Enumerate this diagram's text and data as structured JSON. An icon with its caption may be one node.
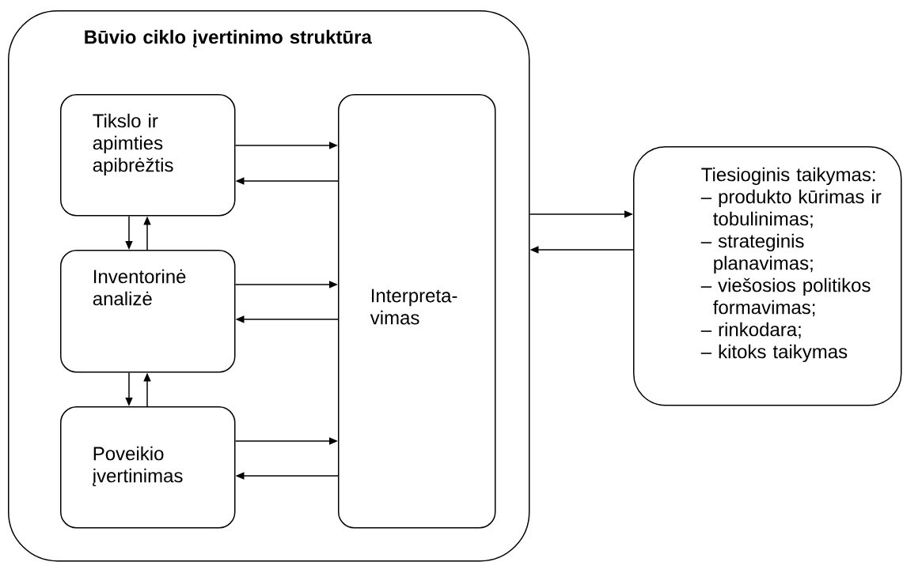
{
  "diagram": {
    "nodes": [
      {
        "text": [
          "Būvio ciklo įvertinimo struktūra"
        ]
      },
      {
        "text": [
          "Tikslo ir apimties apibrėžtis"
        ],
        "in": 0
      },
      {
        "text": [
          "Inventorinė analizė"
        ],
        "in": 0
      },
      {
        "text": [
          "Poveikio įvertinimas"
        ],
        "in": 0
      },
      {
        "text": [
          "Interpreta- vimas"
        ],
        "in": 0
      },
      {
        "text": [
          "Tiesioginis taikymas:",
          "– produkto kūrimas ir tobulinimas;",
          "– strateginis planavimas;",
          "– viešosios politikos formavimas;",
          "– rinkodara;",
          "– kitoks taikymas"
        ]
      }
    ],
    "edges": [
      {
        "from": 1,
        "to": 4,
        "arrow": "to"
      },
      {
        "from": 4,
        "to": 1,
        "arrow": "to"
      },
      {
        "from": 1,
        "to": 2,
        "arrow": "to"
      },
      {
        "from": 2,
        "to": 1,
        "arrow": "to"
      },
      {
        "from": 2,
        "to": 4,
        "arrow": "to"
      },
      {
        "from": 4,
        "to": 2,
        "arrow": "to"
      },
      {
        "from": 2,
        "to": 3,
        "arrow": "to"
      },
      {
        "from": 3,
        "to": 2,
        "arrow": "to"
      },
      {
        "from": 3,
        "to": 4,
        "arrow": "to"
      },
      {
        "from": 4,
        "to": 3,
        "arrow": "to"
      },
      {
        "from": 0,
        "to": 5,
        "arrow": "to"
      },
      {
        "from": 5,
        "to": 0,
        "arrow": "to"
      }
    ]
  }
}
